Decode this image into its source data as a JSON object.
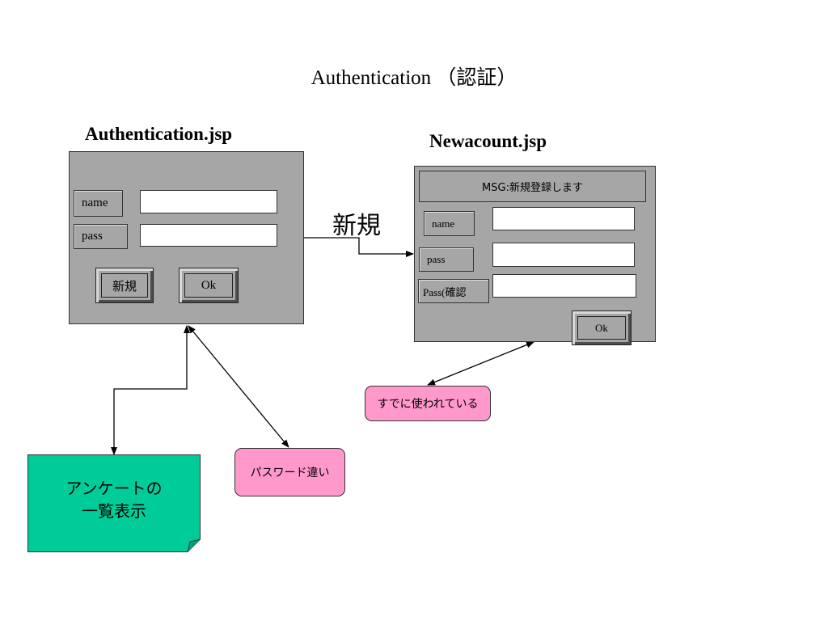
{
  "title": "Authentication （認証）",
  "auth": {
    "heading": "Authentication.jsp",
    "name_label": "name",
    "pass_label": "pass",
    "new_button": "新規",
    "ok_button": "Ok"
  },
  "newacount": {
    "heading": "Newacount.jsp",
    "msg": "MSG:新規登録します",
    "name_label": "name",
    "pass_label": "pass",
    "pass_confirm_label": "Pass(確認",
    "ok_button": "Ok"
  },
  "arrow_label": "新規",
  "notes": {
    "survey_line1": "アンケートの",
    "survey_line2": "一覧表示",
    "wrong_password": "パスワード違い",
    "already_used": "すでに使われている"
  },
  "colors": {
    "panel": "#a6a6a6",
    "note_green": "#00cc99",
    "note_pink": "#ff99cc"
  }
}
